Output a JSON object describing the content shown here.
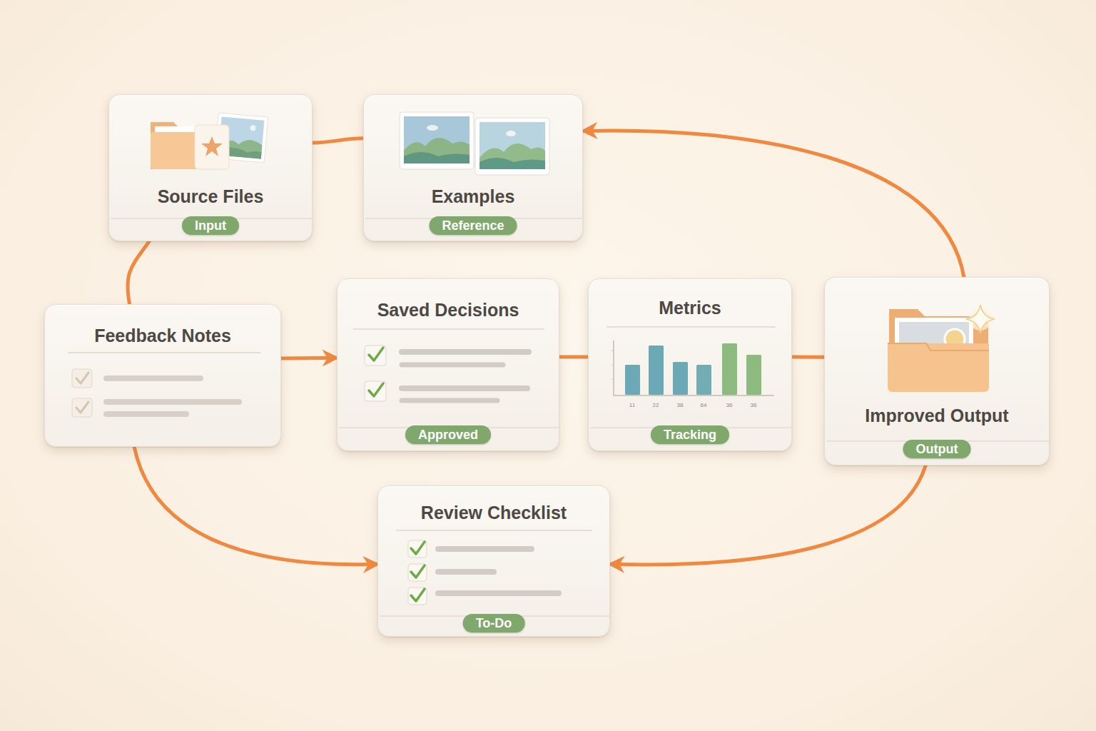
{
  "diagram": {
    "nodes": [
      {
        "text": [
          "Source Files",
          "Input"
        ]
      },
      {
        "text": [
          "Examples",
          "Reference"
        ]
      },
      {
        "text": [
          "Feedback Notes"
        ]
      },
      {
        "text": [
          "Saved Decisions",
          "Approved"
        ]
      },
      {
        "text": [
          "Metrics",
          "Tracking"
        ]
      },
      {
        "text": [
          "Improved Output",
          "Output"
        ]
      },
      {
        "text": [
          "Review Checklist",
          "To-Do"
        ]
      }
    ],
    "edges": [
      {
        "from": 0,
        "to": 1,
        "arrow": "none"
      },
      {
        "from": 2,
        "to": 0,
        "arrow": "none"
      },
      {
        "from": 2,
        "to": 3,
        "arrow": "to"
      },
      {
        "from": 3,
        "to": 4,
        "arrow": "none"
      },
      {
        "from": 4,
        "to": 5,
        "arrow": "none"
      },
      {
        "from": 5,
        "to": 1,
        "arrow": "to"
      },
      {
        "from": 2,
        "to": 6,
        "arrow": "to"
      },
      {
        "from": 5,
        "to": 6,
        "arrow": "to"
      }
    ],
    "labels": [
      "11",
      "22",
      "38",
      "64",
      "36",
      "36"
    ]
  }
}
